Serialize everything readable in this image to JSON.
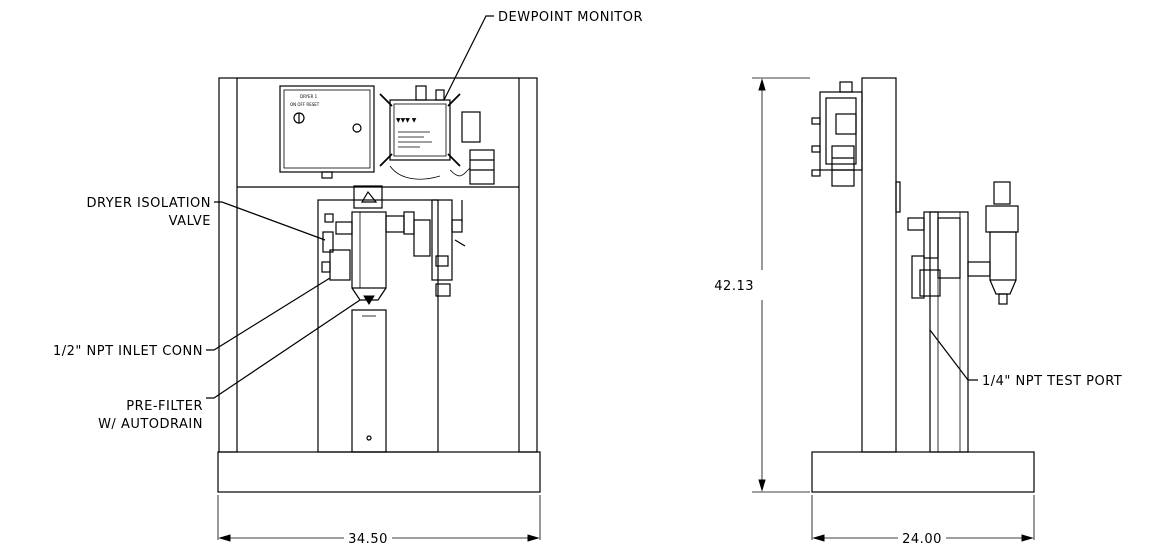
{
  "callouts": {
    "dewpoint_monitor": "DEWPOINT MONITOR",
    "dryer_isolation_line1": "DRYER ISOLATION",
    "dryer_isolation_line2": "VALVE",
    "inlet_conn": "1/2\" NPT INLET CONN",
    "prefilter_line1": "PRE-FILTER",
    "prefilter_line2": "W/ AUTODRAIN",
    "test_port": "1/4\" NPT TEST PORT"
  },
  "dimensions": {
    "front_width": "34.50",
    "side_width": "24.00",
    "height": "42.13"
  }
}
